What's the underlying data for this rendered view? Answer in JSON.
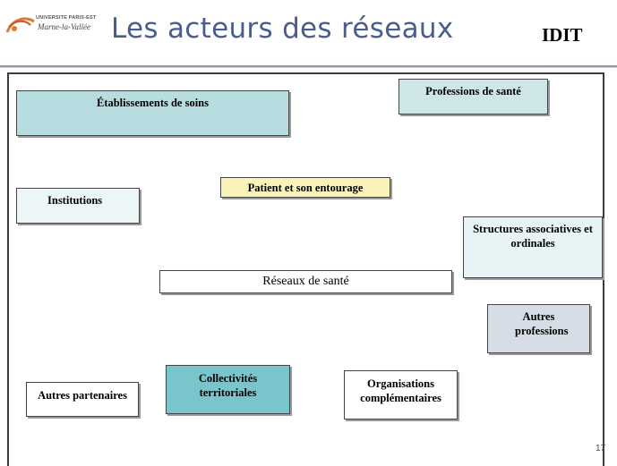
{
  "header": {
    "logo": {
      "line1": "UNIVERSITE PARIS-EST",
      "line2": "Marne-la-Vallée"
    },
    "title": "Les acteurs des réseaux",
    "badge": "IDIT"
  },
  "diagram": {
    "nodes": [
      {
        "id": "etablissements",
        "label": "Établissements de soins",
        "color": "#b7dde1"
      },
      {
        "id": "professions-sante",
        "label": "Professions de santé",
        "color": "#cfe6e9"
      },
      {
        "id": "institutions",
        "label": "Institutions",
        "color": "#edf6f7"
      },
      {
        "id": "patient",
        "label": "Patient et son entourage",
        "color": "#f9f3b9"
      },
      {
        "id": "structures",
        "label": "Structures associatives et ordinales",
        "color": "#e7f3f5"
      },
      {
        "id": "reseaux",
        "label": "Réseaux de santé",
        "color": "#ffffff"
      },
      {
        "id": "autres-professions",
        "label": "Autres professions",
        "color": "#d6dde6"
      },
      {
        "id": "collectivites",
        "label": "Collectivités territoriales",
        "color": "#7ac4cb"
      },
      {
        "id": "organisations",
        "label": "Organisations complémentaires",
        "color": "#ffffff"
      },
      {
        "id": "autres-partenaires",
        "label": "Autres partenaires",
        "color": "#ffffff"
      }
    ]
  },
  "page_number": "17"
}
